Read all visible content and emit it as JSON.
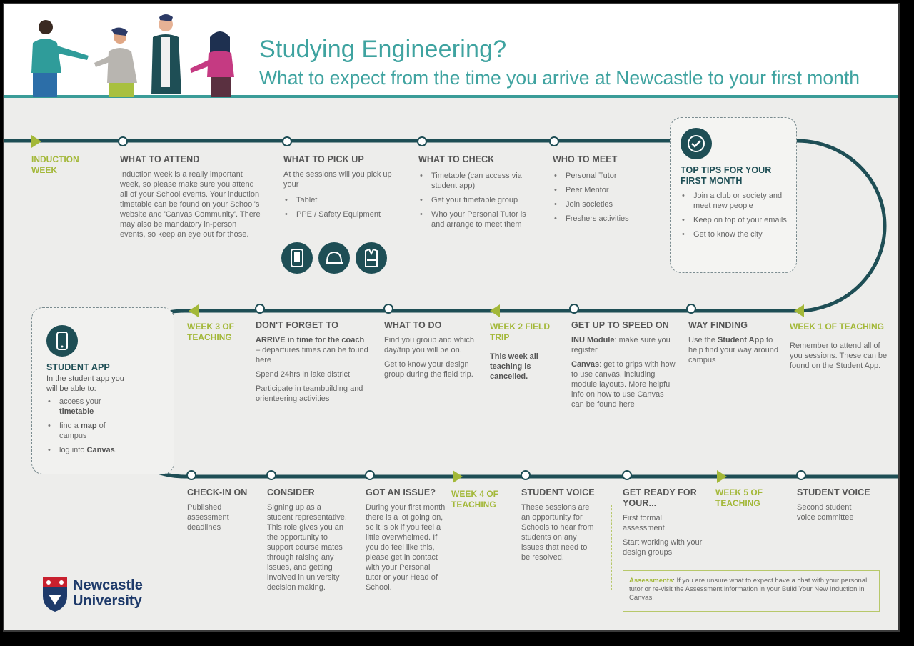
{
  "header": {
    "title": "Studying Engineering?",
    "subtitle": "What to expect from the time you arrive at Newcastle to your first month"
  },
  "colors": {
    "teal": "#3fa3a0",
    "dark": "#1e4e55",
    "green": "#a3b838"
  },
  "row1": {
    "induction": "INDUCTION WEEK",
    "attend": {
      "heading": "WHAT TO ATTEND",
      "text": "Induction week is a really important week, so please make sure you attend all of your School events. Your induction timetable can be found on your School's website and 'Canvas Community'. There may also be mandatory in-person events, so keep an eye out for those."
    },
    "pickup": {
      "heading": "WHAT TO PICK UP",
      "text": "At the sessions will you pick up your",
      "items": [
        "Tablet",
        "PPE / Safety Equipment"
      ],
      "icons": [
        "tablet-icon",
        "hard-hat-icon",
        "safety-vest-icon"
      ]
    },
    "check": {
      "heading": "WHAT TO CHECK",
      "items": [
        "Timetable (can access via student app)",
        "Get your timetable group",
        "Who your Personal Tutor is and arrange to meet them"
      ]
    },
    "meet": {
      "heading": "WHO TO MEET",
      "items": [
        "Personal Tutor",
        "Peer Mentor",
        "Join societies",
        "Freshers activities"
      ]
    },
    "tips": {
      "icon": "checkmark-icon",
      "heading": "TOP TIPS FOR YOUR FIRST MONTH",
      "items": [
        "Join a club or society and meet new people",
        "Keep on top of your emails",
        "Get to know the city"
      ]
    }
  },
  "row2": {
    "week1": {
      "label": "WEEK 1 OF TEACHING",
      "text": "Remember to attend all of you sessions. These can be found on the Student App."
    },
    "wayfinding": {
      "heading": "WAY FINDING",
      "pre": "Use the",
      "bold": "Student App",
      "post": "to help find your way around campus"
    },
    "speed": {
      "heading": "GET UP TO SPEED ON",
      "p1_bold": "INU Module",
      "p1": ": make sure you register",
      "p2_bold": "Canvas",
      "p2": ": get to grips with how to use canvas, including module layouts. More helpful info on how to use Canvas can be found here"
    },
    "week2": {
      "label": "WEEK 2 FIELD TRIP",
      "text": "This week all teaching is cancelled."
    },
    "todo": {
      "heading": "WHAT TO DO",
      "p1": "Find you group and which day/trip you will be on.",
      "p2": "Get to know your design group during the field trip."
    },
    "forget": {
      "heading": "DON'T FORGET TO",
      "p1_bold": "ARRIVE in time for the coach",
      "p1": " – departures times can be found here",
      "p2": "Spend 24hrs in lake district",
      "p3": "Participate in teambuilding and orienteering activities"
    },
    "week3": {
      "label": "WEEK 3 OF TEACHING"
    },
    "app": {
      "icon": "phone-icon",
      "heading": "STUDENT APP",
      "intro": "In the student app you will be able to:",
      "items": [
        {
          "pre": "access your",
          "bold": "timetable",
          "post": ""
        },
        {
          "pre": "find a",
          "bold": "map",
          "post": "of campus"
        },
        {
          "pre": "log into",
          "bold": "Canvas",
          "post": "."
        }
      ]
    }
  },
  "row3": {
    "checkin": {
      "heading": "CHECK-IN ON",
      "text": "Published assessment deadlines"
    },
    "consider": {
      "heading": "CONSIDER",
      "text": "Signing up as a student representative. This role gives you an the opportunity to support course mates through raising any issues, and getting involved in university decision making."
    },
    "issue": {
      "heading": "GOT AN ISSUE?",
      "text": "During your first month there is a lot going on, so it is ok if you feel a little overwhelmed. If you do feel like this, please get in contact with your Personal tutor or your Head of School."
    },
    "week4": {
      "label": "WEEK 4 OF TEACHING"
    },
    "voice1": {
      "heading": "STUDENT VOICE",
      "text": "These sessions are an opportunity for Schools to hear from students on any issues that need to be resolved."
    },
    "ready": {
      "heading": "GET READY FOR YOUR...",
      "p1": "First formal assessment",
      "p2": "Start working with your design groups"
    },
    "week5": {
      "label": "WEEK 5 OF TEACHING"
    },
    "voice2": {
      "heading": "STUDENT VOICE",
      "text": "Second student voice committee"
    }
  },
  "note": {
    "bold": "Assessments",
    "text": ": If you are unsure what to expect have a chat with your personal tutor or re-visit the Assessment information in your Build Your New Induction in Canvas."
  },
  "logo": {
    "line1": "Newcastle",
    "line2": "University"
  }
}
